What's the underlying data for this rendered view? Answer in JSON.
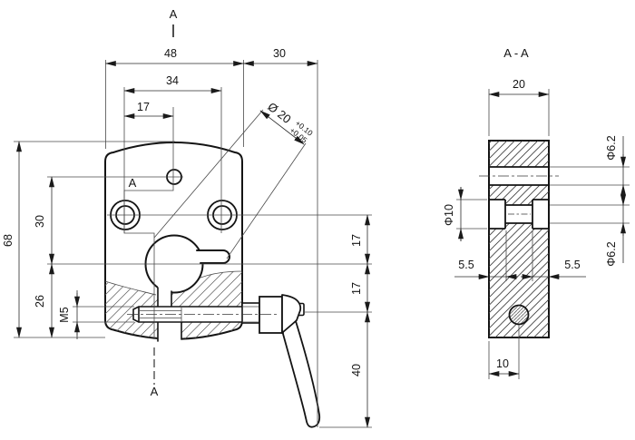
{
  "drawing": {
    "front_view": {
      "section_marker_top": "A",
      "section_marker_mid": "A",
      "section_marker_bottom": "A",
      "dim_width_total": "48",
      "dim_lever_offset": "30",
      "dim_hole_spacing": "34",
      "dim_hole_offset": "17",
      "bore_diameter": "Ø 20",
      "bore_tol_upper": "+0.10",
      "bore_tol_lower": "+0.05",
      "dim_height_total": "68",
      "dim_hole_to_center": "30",
      "dim_center_to_bottom": "26",
      "thread_callout": "M5",
      "dim_right_upper": "17",
      "dim_right_lower": "17",
      "dim_lever_length": "40"
    },
    "section_view": {
      "title": "A - A",
      "dim_depth": "20",
      "dia_top_hole": "Φ6.2",
      "dia_counterbore": "Φ10",
      "dia_through_hole": "Φ6.2",
      "dim_cbore_depth_left": "5.5",
      "dim_cbore_depth_right": "5.5",
      "dim_hole_position": "10"
    }
  }
}
